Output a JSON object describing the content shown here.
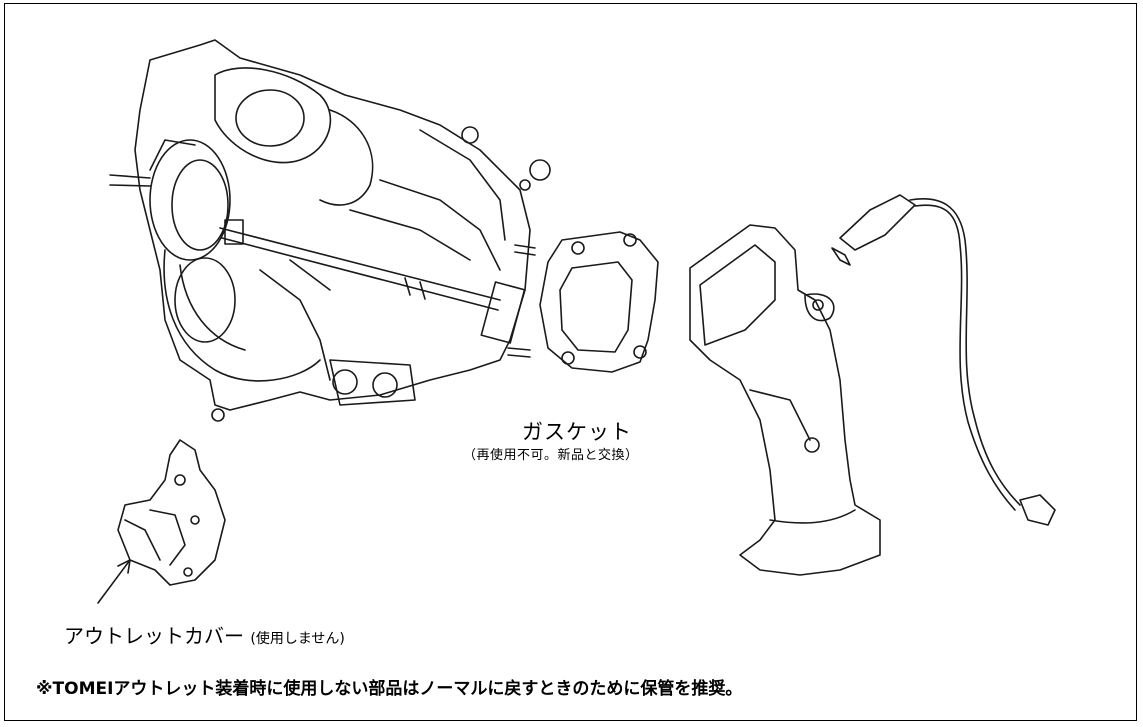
{
  "labels": {
    "gasket": {
      "name": "ガスケット",
      "note": "（再使用不可。新品と交換）"
    },
    "outlet_cover": {
      "name": "アウトレットカバー",
      "note": "(使用しません)"
    }
  },
  "footer_note": "※TOMEIアウトレット装着時に使用しない部品はノーマルに戻すときのために保管を推奨。",
  "colors": {
    "line": "#1a1a1a",
    "frame": "#000000",
    "background": "#ffffff"
  }
}
